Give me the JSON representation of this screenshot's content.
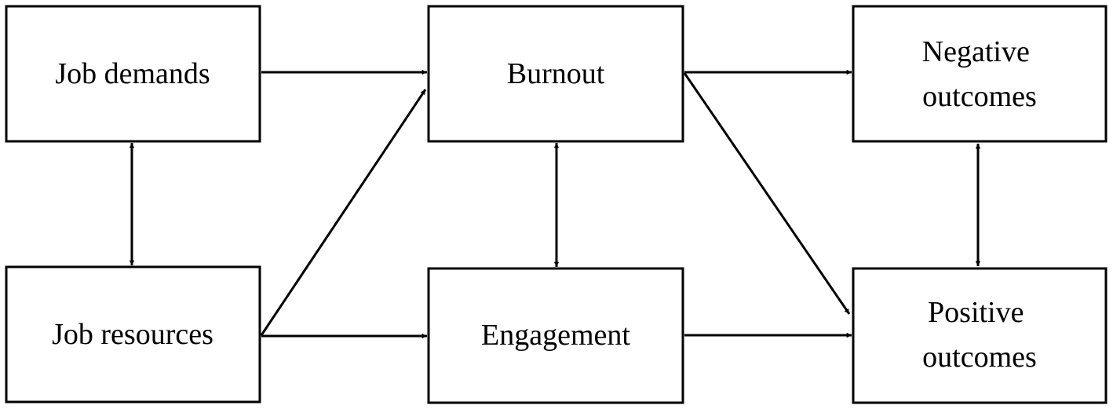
{
  "colors": {
    "stroke": "#000000",
    "fill": "#ffffff",
    "text": "#000000"
  },
  "nodes": {
    "job_demands": {
      "lines": [
        "Job demands"
      ]
    },
    "job_resources": {
      "lines": [
        "Job resources"
      ]
    },
    "burnout": {
      "lines": [
        "Burnout"
      ]
    },
    "engagement": {
      "lines": [
        "Engagement"
      ]
    },
    "negative_outcomes": {
      "lines": [
        "Negative",
        "outcomes"
      ]
    },
    "positive_outcomes": {
      "lines": [
        "Positive",
        "outcomes"
      ]
    }
  },
  "edges": [
    {
      "from": "job_demands",
      "to": "burnout",
      "direction": "forward"
    },
    {
      "from": "job_demands",
      "to": "job_resources",
      "direction": "both"
    },
    {
      "from": "job_resources",
      "to": "burnout",
      "direction": "forward"
    },
    {
      "from": "job_resources",
      "to": "engagement",
      "direction": "forward"
    },
    {
      "from": "burnout",
      "to": "engagement",
      "direction": "both"
    },
    {
      "from": "burnout",
      "to": "negative_outcomes",
      "direction": "forward"
    },
    {
      "from": "burnout",
      "to": "positive_outcomes",
      "direction": "forward"
    },
    {
      "from": "engagement",
      "to": "positive_outcomes",
      "direction": "forward"
    },
    {
      "from": "negative_outcomes",
      "to": "positive_outcomes",
      "direction": "both"
    }
  ]
}
